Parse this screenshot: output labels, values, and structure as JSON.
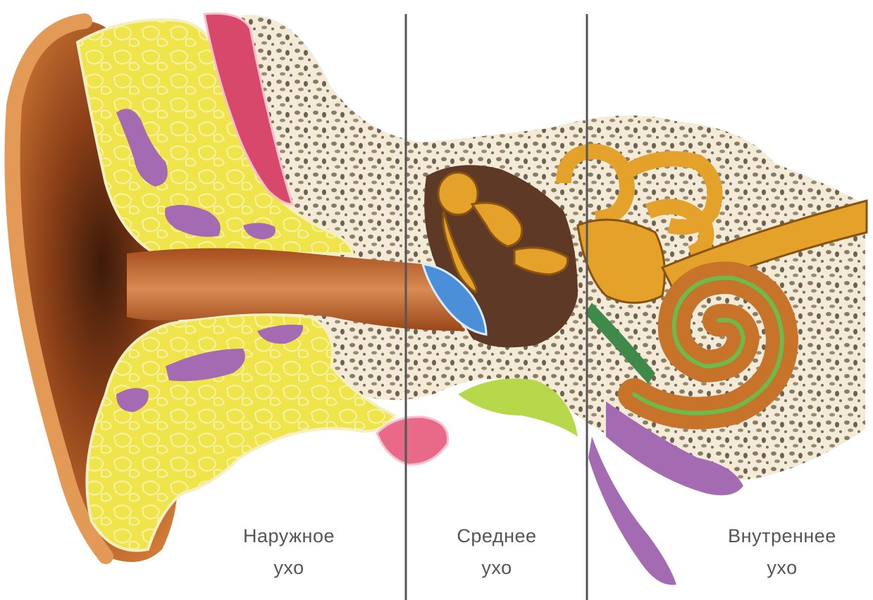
{
  "diagram": {
    "regions": [
      {
        "line1": "Наружное",
        "line2": "ухо"
      },
      {
        "line1": "Среднее",
        "line2": "ухо"
      },
      {
        "line1": "Внутреннее",
        "line2": "ухо"
      }
    ]
  },
  "colors": {
    "skin": "#c96a2b",
    "skin_dark": "#5a2a12",
    "cartilage": "#efe44a",
    "vein": "#a56bb2",
    "muscle": "#d8486a",
    "bone": "#f3ead8",
    "bone_pores": "#8a7a62",
    "eardrum": "#4a8fd8",
    "ossicles": "#e4a22a",
    "cochlea_green": "#6dbb4a",
    "divider": "#555555"
  }
}
